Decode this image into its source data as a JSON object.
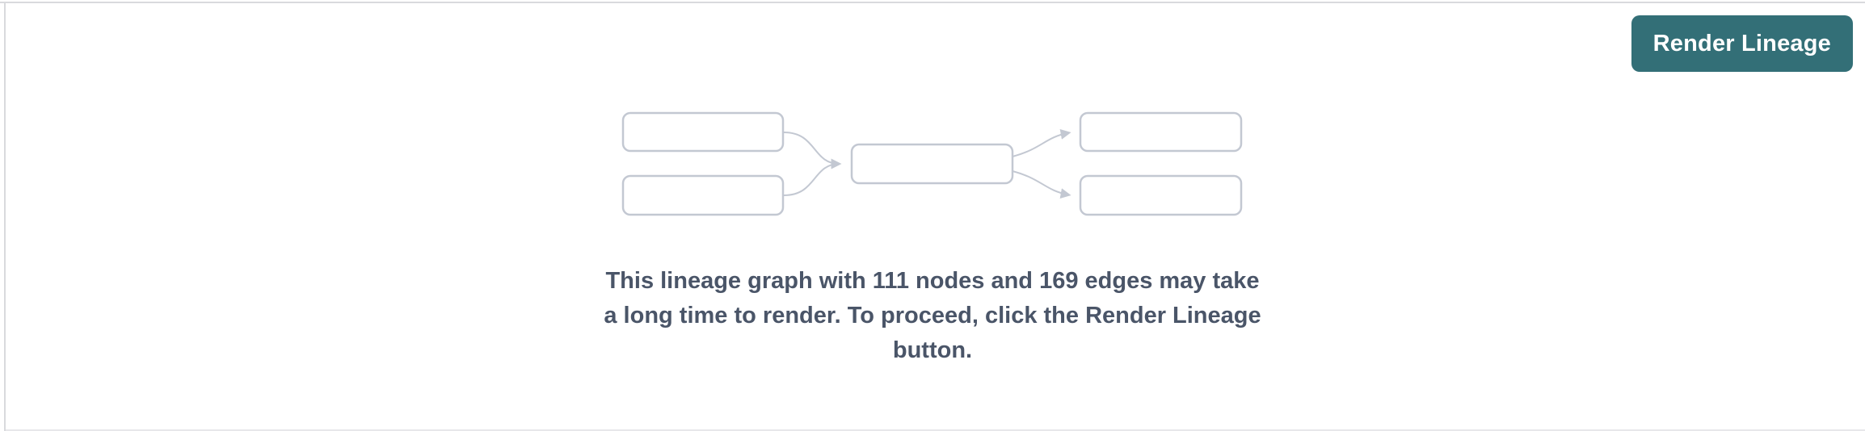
{
  "panel": {
    "name": "lineage-render-prompt"
  },
  "button": {
    "label": "Render Lineage"
  },
  "message": {
    "lines": [
      "This lineage graph with 111 nodes and 169 edges may take",
      "a long time to render. To proceed, click the Render Lineage",
      "button."
    ]
  },
  "stats": {
    "nodes": 111,
    "edges": 169
  },
  "colors": {
    "accent": "#336f77",
    "accent-text": "#ffffff",
    "message-text": "#4a5568",
    "diagram-stroke": "#c3c8d2",
    "panel-border": "#d9dadd",
    "panel-border-faint": "#e7e7ea"
  }
}
